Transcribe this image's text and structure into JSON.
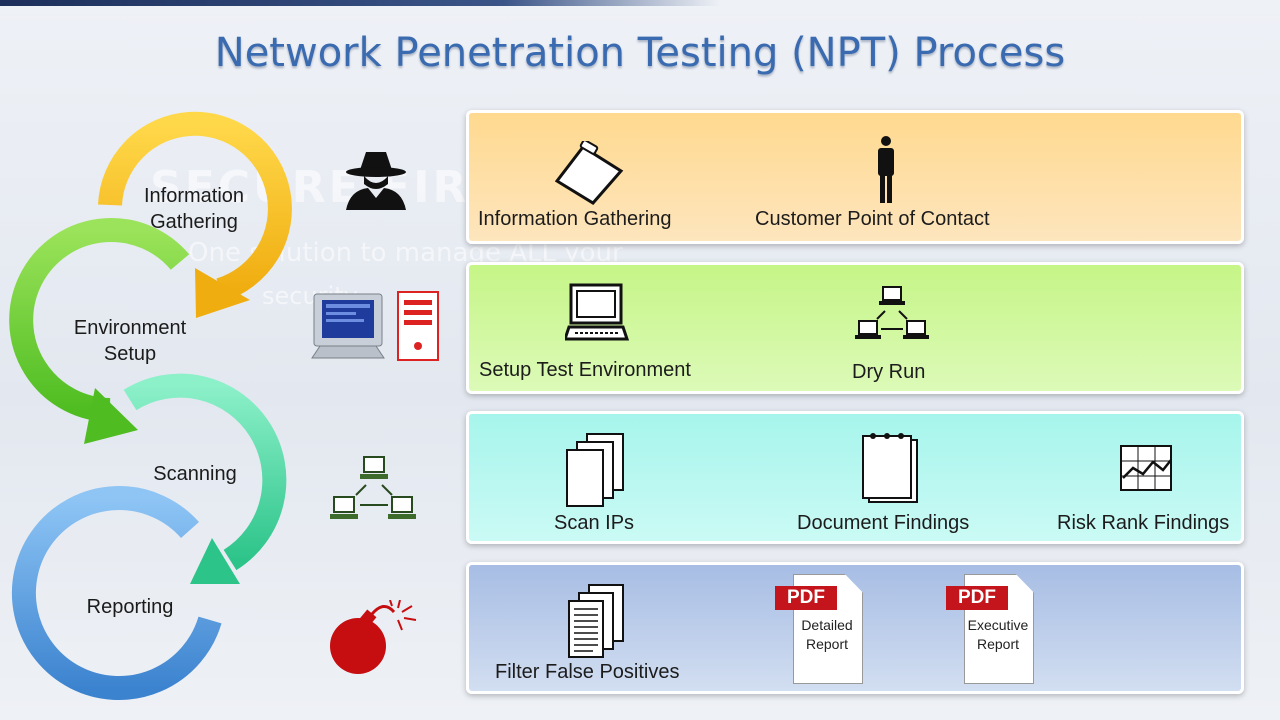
{
  "title": "Network Penetration Testing (NPT) Process",
  "watermark": {
    "line1": "SECURE FIRST S",
    "line2": "One solution to manage ALL your",
    "line3": "security..."
  },
  "cycle": {
    "stages": [
      {
        "label_line1": "Information",
        "label_line2": "Gathering",
        "color": "#f6c22a"
      },
      {
        "label_line1": "Environment",
        "label_line2": "Setup",
        "color": "#7ed23a"
      },
      {
        "label_line1": "Scanning",
        "label_line2": "",
        "color": "#46d6a0"
      },
      {
        "label_line1": "Reporting",
        "label_line2": "",
        "color": "#5b9ee0"
      }
    ],
    "stage_icons": [
      "spy-icon",
      "workstation-server-icon",
      "network-icon",
      "bomb-icon"
    ]
  },
  "panels": [
    {
      "color": "#ffd98f",
      "items": [
        {
          "label": "Information Gathering",
          "icon": "clipboard-icon"
        },
        {
          "label": "Customer Point of Contact",
          "icon": "person-icon"
        }
      ]
    },
    {
      "color": "#c6f587",
      "items": [
        {
          "label": "Setup Test Environment",
          "icon": "computer-icon"
        },
        {
          "label": "Dry Run",
          "icon": "network-icon"
        }
      ]
    },
    {
      "color": "#a6f5ec",
      "items": [
        {
          "label": "Scan IPs",
          "icon": "pages-icon"
        },
        {
          "label": "Document Findings",
          "icon": "notepad-icon"
        },
        {
          "label": "Risk Rank Findings",
          "icon": "line-chart-icon"
        }
      ]
    },
    {
      "color": "#a7bde4",
      "items": [
        {
          "label": "Filter False Positives",
          "icon": "text-pages-icon"
        },
        {
          "badge": "PDF",
          "caption_line1": "Detailed",
          "caption_line2": "Report",
          "icon": "pdf-icon"
        },
        {
          "badge": "PDF",
          "caption_line1": "Executive",
          "caption_line2": "Report",
          "icon": "pdf-icon"
        }
      ]
    }
  ]
}
